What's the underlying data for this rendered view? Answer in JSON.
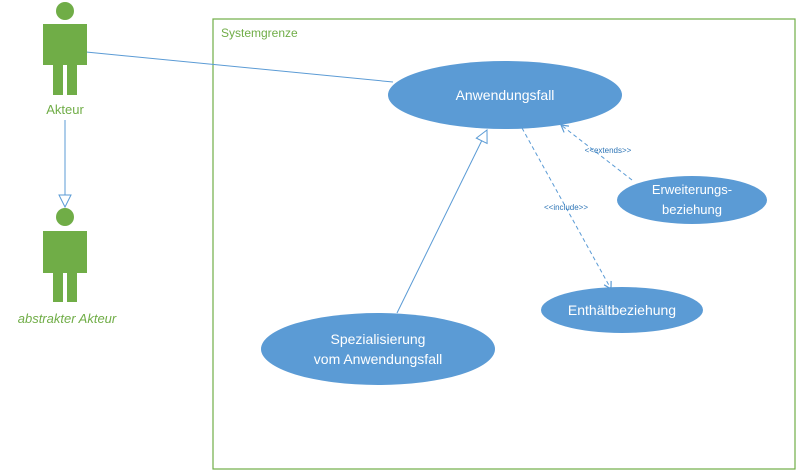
{
  "diagram": {
    "system_boundary": {
      "label": "Systemgrenze"
    },
    "actors": [
      {
        "label": "Akteur",
        "style": "normal"
      },
      {
        "label": "abstrakter Akteur",
        "style": "italic"
      }
    ],
    "use_cases": [
      {
        "lines": [
          "Anwendungsfall"
        ]
      },
      {
        "lines": [
          "Erweiterungs-",
          "beziehung"
        ]
      },
      {
        "lines": [
          "Enthältbeziehung"
        ]
      },
      {
        "lines": [
          "Spezialisierung",
          "vom Anwendungsfall"
        ]
      }
    ],
    "relations": {
      "extends_label": "<<extends>>",
      "include_label": "<<include>>"
    },
    "colors": {
      "actor_green": "#70ad47",
      "usecase_fill": "#5b9bd5",
      "usecase_text": "#ffffff",
      "line_blue": "#5b9bd5",
      "label_blue": "#2e75b6"
    }
  }
}
